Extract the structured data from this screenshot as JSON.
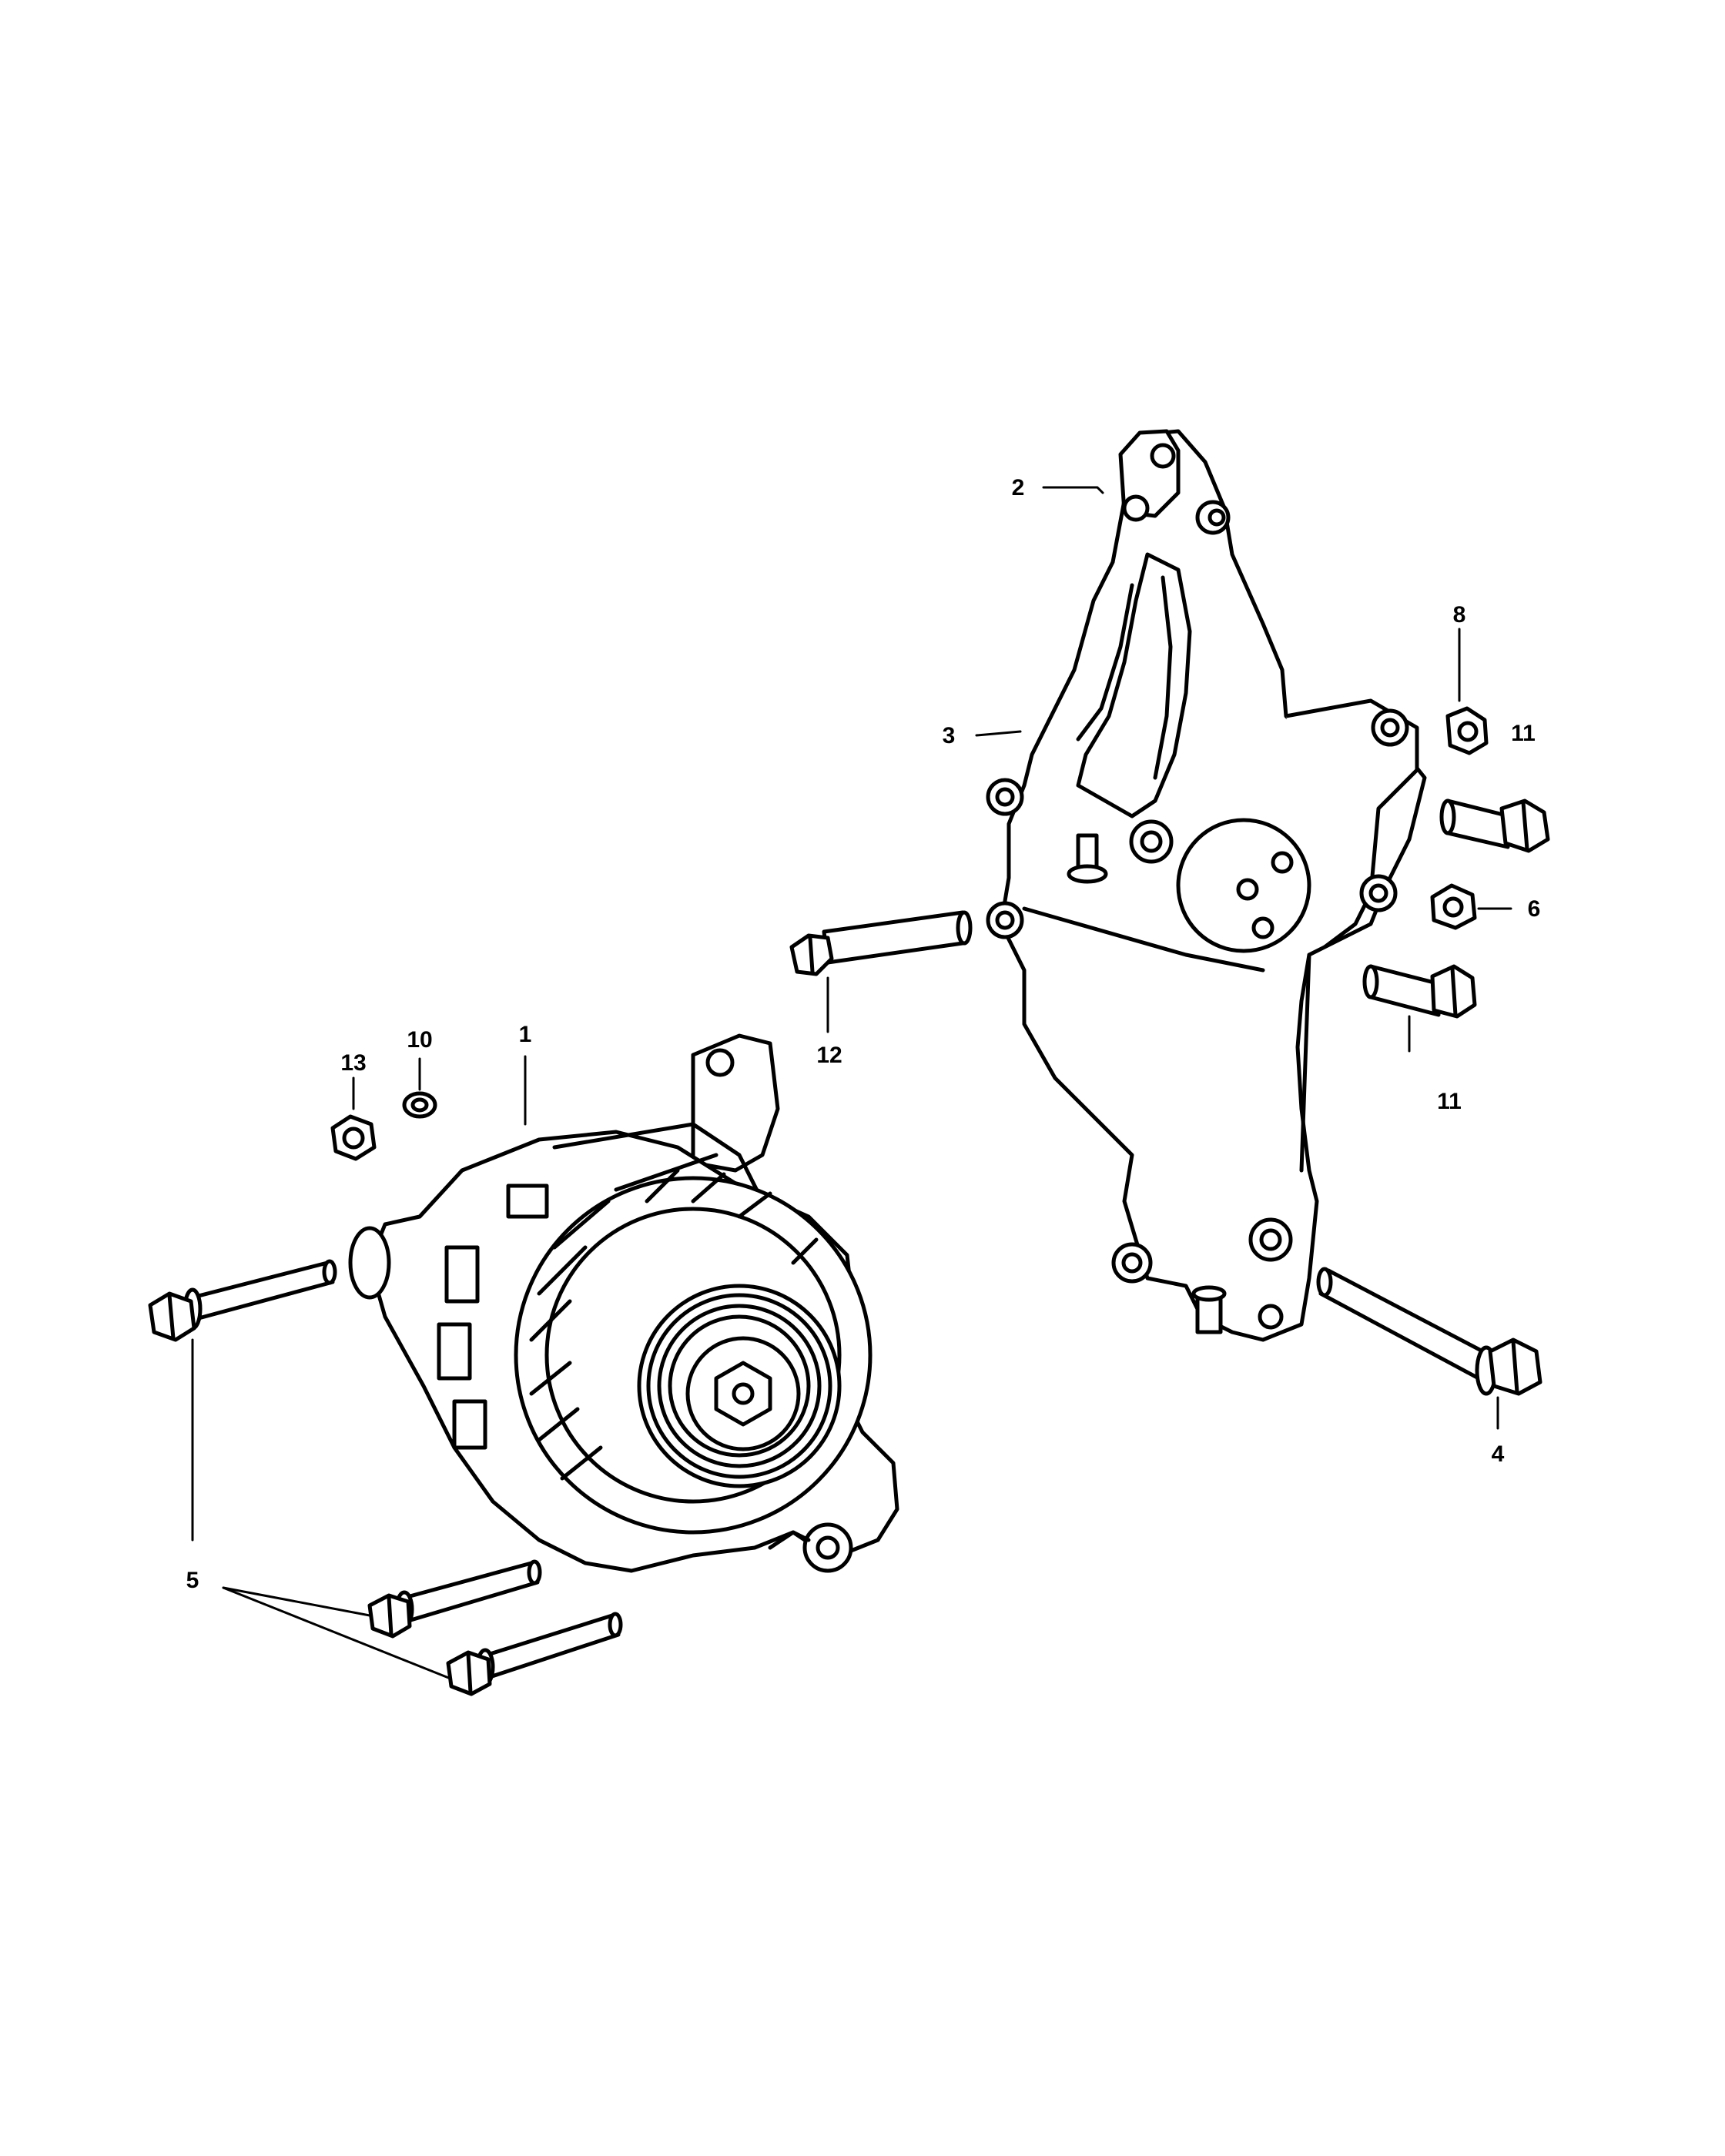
{
  "diagram": {
    "callouts": {
      "c1": "1",
      "c2": "2",
      "c3": "3",
      "c4": "4",
      "c5": "5",
      "c6": "6",
      "c8": "8",
      "c10": "10",
      "c11a": "11",
      "c11b": "11",
      "c12": "12",
      "c13": "13"
    }
  }
}
